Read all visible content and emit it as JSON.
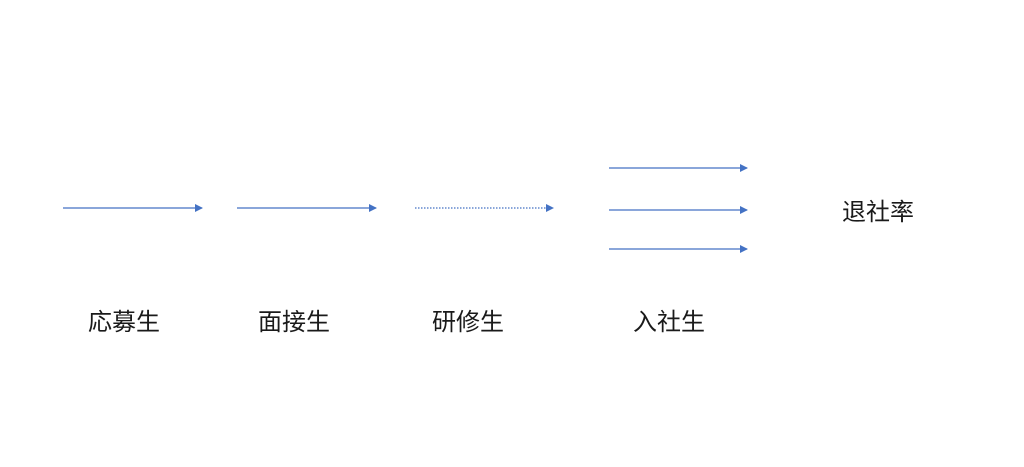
{
  "diagram": {
    "stages": [
      {
        "label": "応募生"
      },
      {
        "label": "面接生"
      },
      {
        "label": "研修生"
      },
      {
        "label": "入社生"
      }
    ],
    "outcome": {
      "label": "退社率"
    },
    "arrow_color": "#4472c4"
  }
}
